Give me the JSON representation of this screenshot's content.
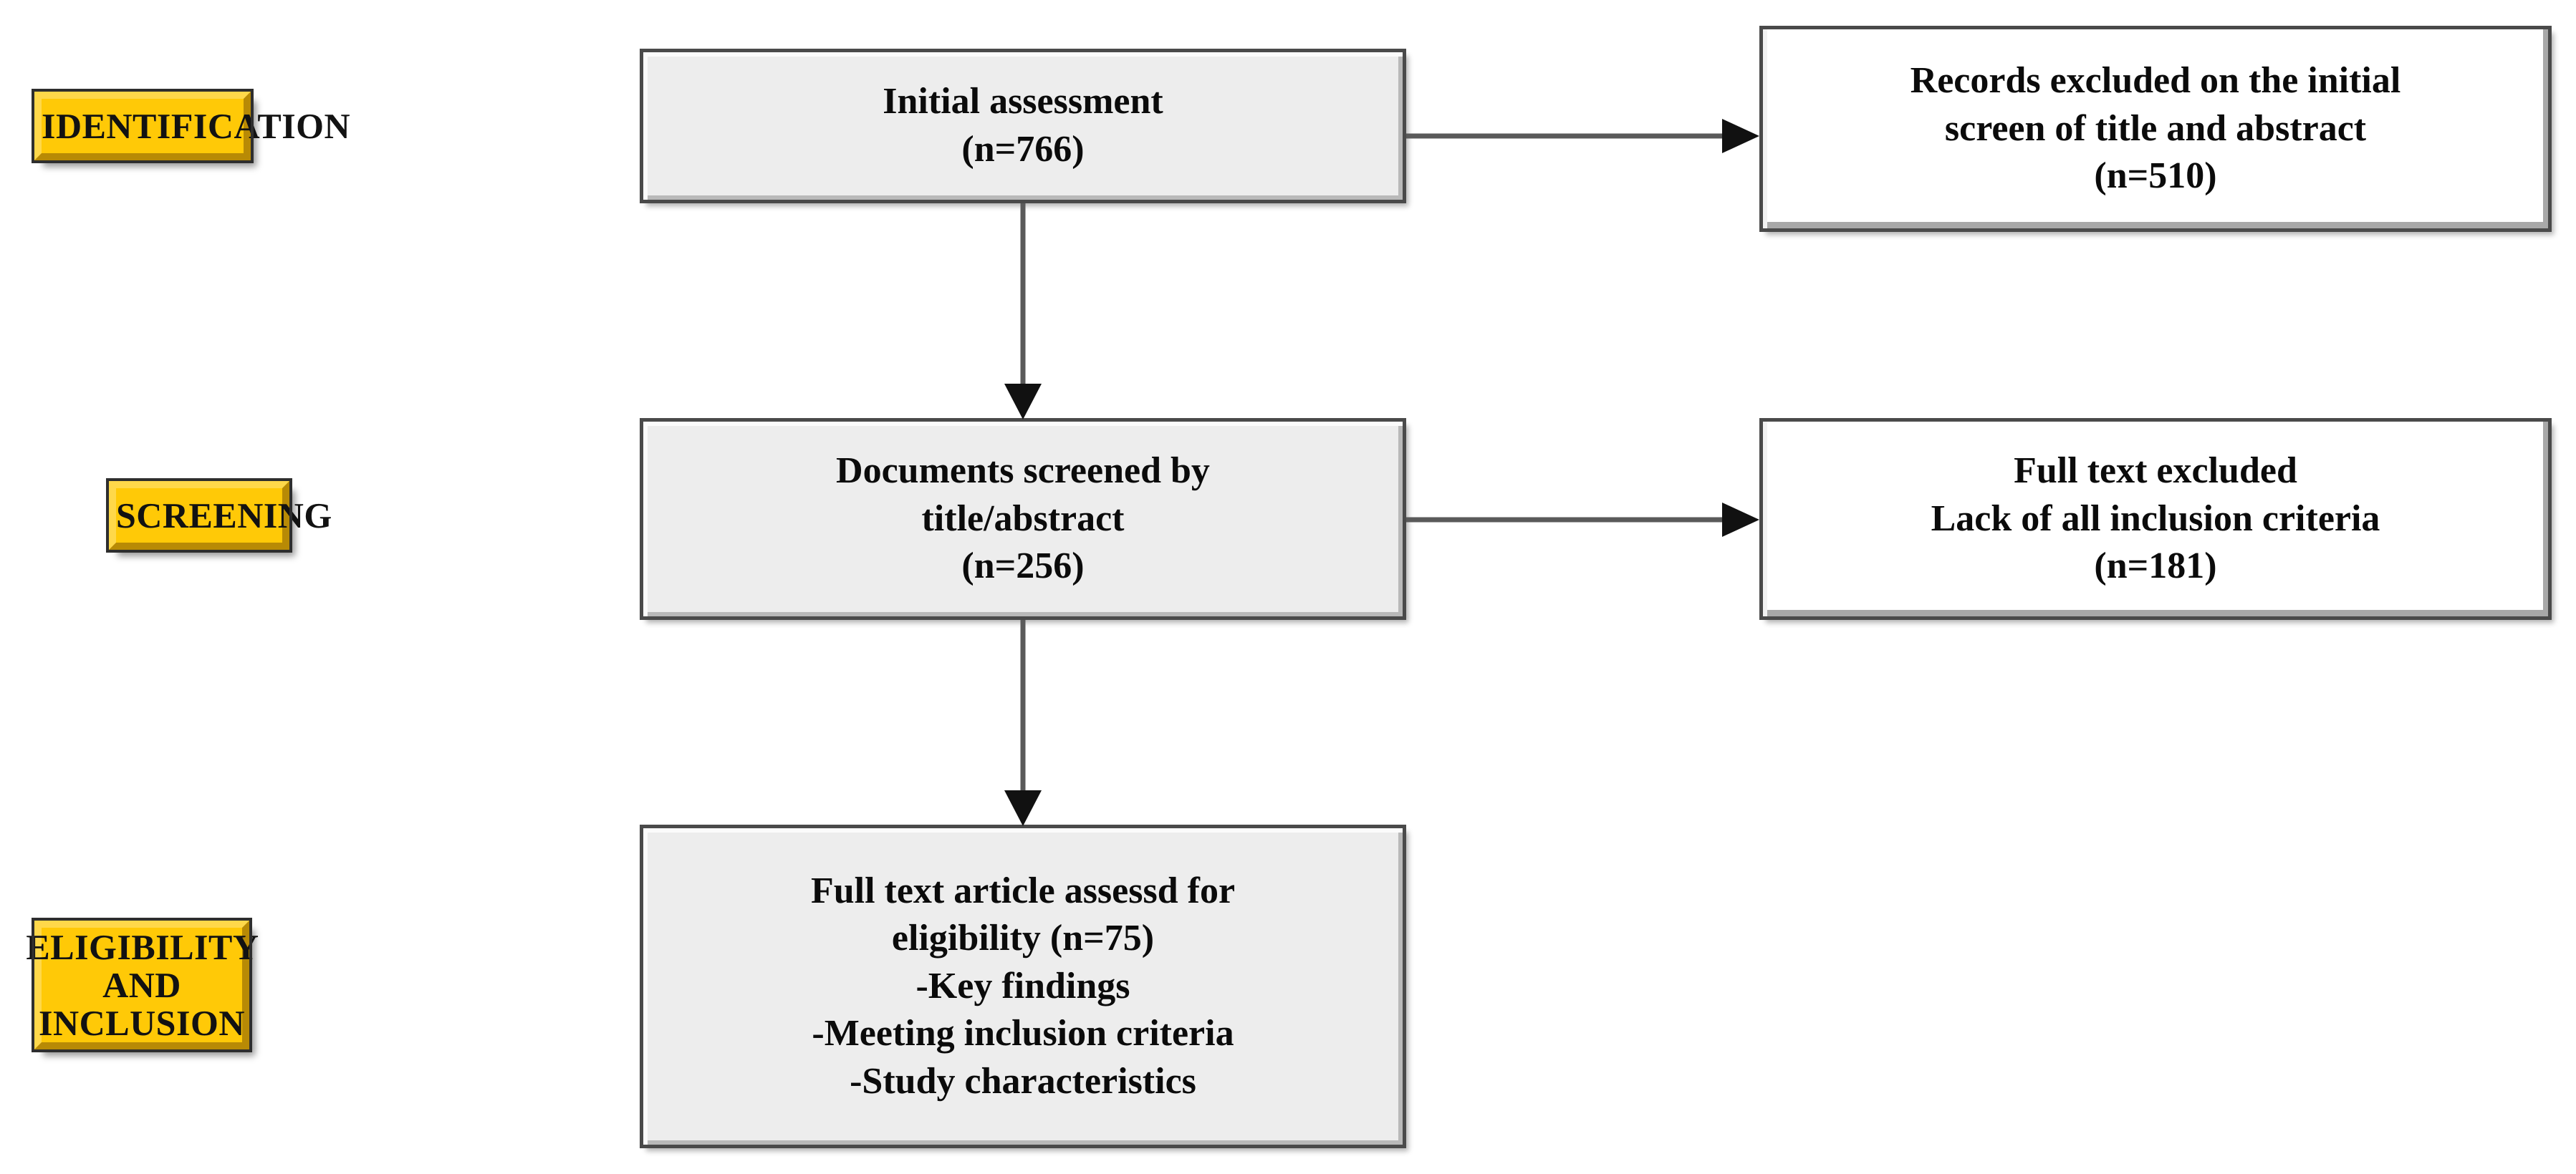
{
  "diagram": {
    "title": "PRISMA study selection flow diagram",
    "colors": {
      "stage_label_fill": "#FFC907",
      "stage_label_highlight": "#FFD84A",
      "stage_label_shadow": "#B88A05",
      "stage_label_border": "#2E2E2E",
      "center_box_fill": "#EDEDED",
      "right_box_fill": "#FFFFFF",
      "box_border": "#4A4A4A",
      "arrow": "#5A5A5A",
      "arrowhead": "#111111",
      "text": "#0B0B0B",
      "page_background": "#FFFFFF"
    },
    "stage_labels": [
      {
        "id": "identification",
        "text": "IDENTIFICATION"
      },
      {
        "id": "screening",
        "text": "SCREENING"
      },
      {
        "id": "eligibility",
        "line1": "ELIGIBILITY AND",
        "line2": "INCLUSION"
      }
    ],
    "boxes": {
      "initial_assessment": {
        "line1": "Initial assessment",
        "line2": "(n=766)",
        "count": 766
      },
      "records_excluded": {
        "line1": "Records excluded on the initial",
        "line2": "screen of title and abstract",
        "line3": "(n=510)",
        "count": 510
      },
      "documents_screened": {
        "line1": "Documents screened by",
        "line2": "title/abstract",
        "line3": "(n=256)",
        "count": 256
      },
      "full_text_excluded": {
        "line1": "Full text excluded",
        "line2": "Lack of all inclusion criteria",
        "line3": "(n=181)",
        "count": 181
      },
      "full_text_eligibility": {
        "line1": "Full text article assessd for",
        "line2": "eligibility (n=75)",
        "line3": "-Key findings",
        "line4": "-Meeting inclusion criteria",
        "line5": "-Study characteristics",
        "count": 75
      }
    },
    "arrows": [
      {
        "id": "initial-to-excluded",
        "from": "initial_assessment",
        "to": "records_excluded",
        "direction": "right"
      },
      {
        "id": "initial-to-screened",
        "from": "initial_assessment",
        "to": "documents_screened",
        "direction": "down"
      },
      {
        "id": "screened-to-fulltext-excluded",
        "from": "documents_screened",
        "to": "full_text_excluded",
        "direction": "right"
      },
      {
        "id": "screened-to-eligibility",
        "from": "documents_screened",
        "to": "full_text_eligibility",
        "direction": "down"
      }
    ]
  }
}
